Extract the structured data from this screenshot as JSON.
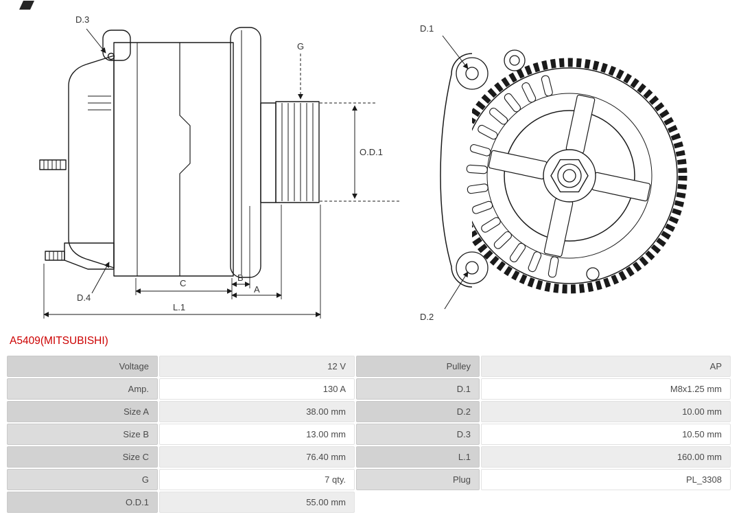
{
  "title": "A5409(MITSUBISHI)",
  "colors": {
    "title_accent": "#cc0000",
    "line": "#1a1a1a"
  },
  "diagram": {
    "side_labels": {
      "d3": "D.3",
      "d4": "D.4",
      "g": "G",
      "od1": "O.D.1",
      "a": "A",
      "b": "B",
      "c": "C",
      "l1": "L.1"
    },
    "front_labels": {
      "d1": "D.1",
      "d2": "D.2"
    }
  },
  "specs": {
    "rows": [
      {
        "ll": "Voltage",
        "lv": "12 V",
        "rl": "Pulley",
        "rv": "AP"
      },
      {
        "ll": "Amp.",
        "lv": "130 A",
        "rl": "D.1",
        "rv": "M8x1.25 mm"
      },
      {
        "ll": "Size A",
        "lv": "38.00 mm",
        "rl": "D.2",
        "rv": "10.00 mm"
      },
      {
        "ll": "Size B",
        "lv": "13.00 mm",
        "rl": "D.3",
        "rv": "10.50 mm"
      },
      {
        "ll": "Size C",
        "lv": "76.40 mm",
        "rl": "L.1",
        "rv": "160.00 mm"
      },
      {
        "ll": "G",
        "lv": "7 qty.",
        "rl": "Plug",
        "rv": "PL_3308"
      },
      {
        "ll": "O.D.1",
        "lv": "55.00 mm",
        "rl": "",
        "rv": ""
      }
    ]
  }
}
